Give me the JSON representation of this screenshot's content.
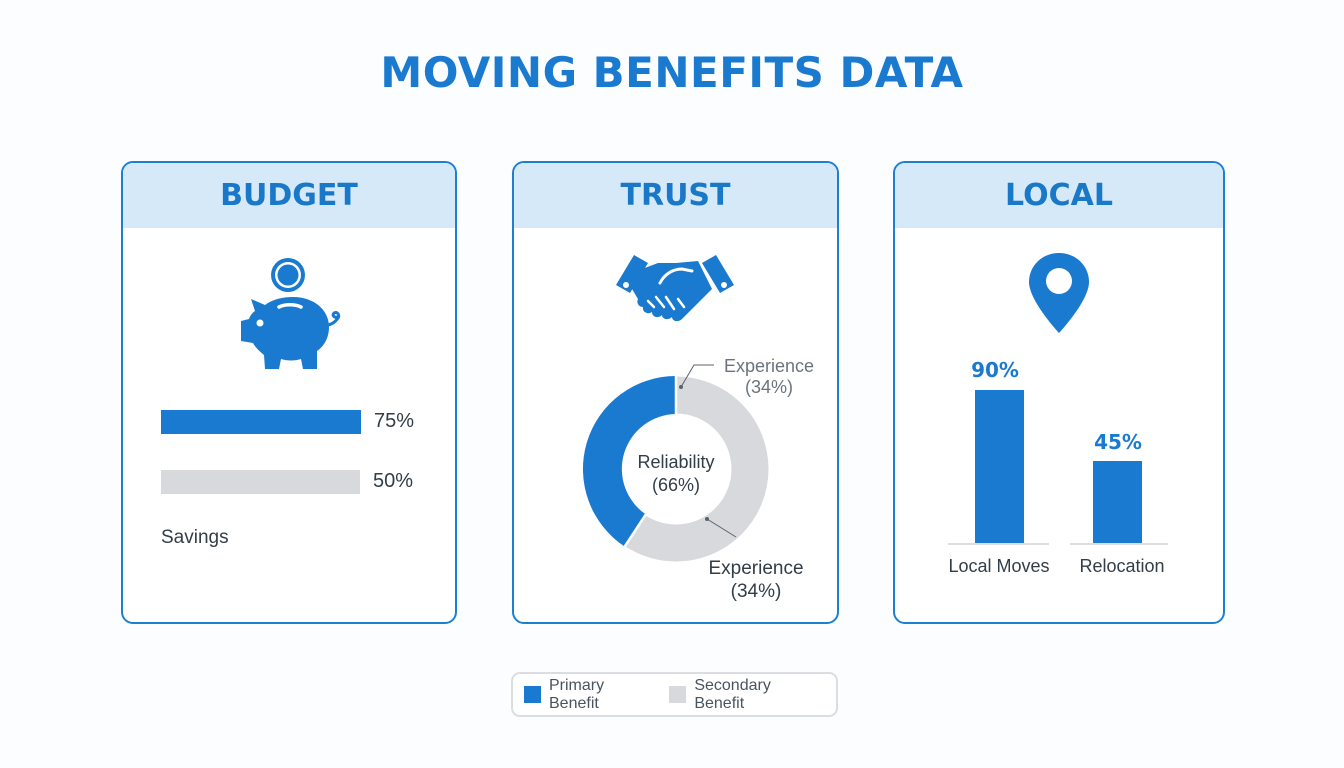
{
  "title": "MOVING BENEFITS DATA",
  "colors": {
    "primary": "#1a7ad0",
    "secondary": "#d7d9dc",
    "header_bg": "#d6e9f8",
    "border": "#1f7fcf"
  },
  "cards": {
    "budget": {
      "header": "BUDGET",
      "icon": "piggy-bank-icon",
      "bars": [
        {
          "value": 75,
          "label": "75%",
          "type": "primary"
        },
        {
          "value": 50,
          "label": "50%",
          "type": "secondary"
        }
      ],
      "caption": "Savings"
    },
    "trust": {
      "header": "TRUST",
      "icon": "handshake-icon",
      "donut": {
        "center_label": "Reliability",
        "center_value": "(66%)",
        "callout_top_label": "Experience",
        "callout_top_value": "(34%)",
        "callout_bottom_label": "Experience",
        "callout_bottom_value": "(34%)"
      }
    },
    "local": {
      "header": "LOCAL",
      "icon": "map-pin-icon",
      "bars": [
        {
          "value": 90,
          "label": "90%",
          "category": "Local Moves"
        },
        {
          "value": 45,
          "label": "45%",
          "category": "Relocation"
        }
      ]
    }
  },
  "legend": [
    {
      "label": "Primary Benefit",
      "color": "#1a7ad0"
    },
    {
      "label": "Secondary Benefit",
      "color": "#d7d9dc"
    }
  ],
  "chart_data": [
    {
      "type": "bar",
      "title": "BUDGET",
      "orientation": "horizontal",
      "categories": [
        "Primary Benefit",
        "Secondary Benefit"
      ],
      "values": [
        75,
        50
      ],
      "data_labels": [
        "75%",
        "50%"
      ],
      "xlabel": "Savings",
      "ylabel": "",
      "grid": false
    },
    {
      "type": "pie",
      "title": "TRUST",
      "donut": true,
      "categories": [
        "Reliability",
        "Experience"
      ],
      "values": [
        66,
        34
      ],
      "data_labels": [
        "Reliability (66%)",
        "Experience (34%)"
      ],
      "annotations": [
        "Experience (34%)",
        "Experience (34%)"
      ]
    },
    {
      "type": "bar",
      "title": "LOCAL",
      "orientation": "vertical",
      "categories": [
        "Local Moves",
        "Relocation"
      ],
      "values": [
        90,
        45
      ],
      "data_labels": [
        "90%",
        "45%"
      ],
      "xlabel": "",
      "ylabel": "",
      "ylim": [
        0,
        100
      ],
      "grid": false
    }
  ]
}
